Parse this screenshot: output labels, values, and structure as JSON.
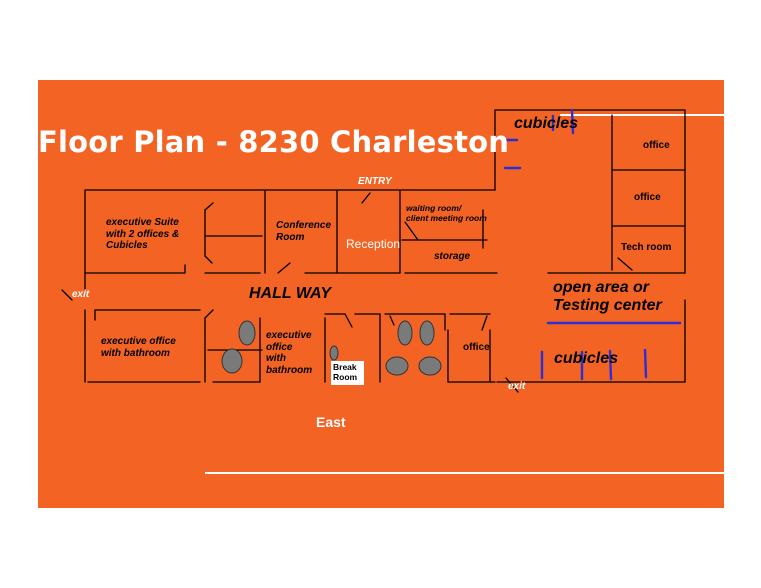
{
  "title": "Floor Plan - 8230 Charleston",
  "colors": {
    "background": "#f26324",
    "walls": "#000000",
    "fixtures": "#7a7a7a",
    "markup": "#2b2fd6",
    "rules": "#ffffff"
  },
  "labels": {
    "cubicles_top": "cubicles",
    "office_1": "office",
    "office_2": "office",
    "tech_room": "Tech room",
    "entry": "ENTRY",
    "waiting_room": "waiting room/\nclient meeting room",
    "storage": "storage",
    "exec_suite": "executive Suite\nwith 2 offices &\nCubicles",
    "conference": "Conference\nRoom",
    "reception": "Reception",
    "exit_left": "exit",
    "hallway": "HALL WAY",
    "open_area": "open area or\nTesting center",
    "exec_office_bath": "executive office\nwith bathroom",
    "exec_office_bath_2": "executive\noffice\nwith\n bathroom",
    "break_room": "Break\nRoom",
    "office_3": "office",
    "cubicles_bottom": "cubicles",
    "exit_right": "exit",
    "east": "East"
  },
  "icons": [
    "toilet-icon",
    "sink-icon",
    "door-swing-icon"
  ]
}
